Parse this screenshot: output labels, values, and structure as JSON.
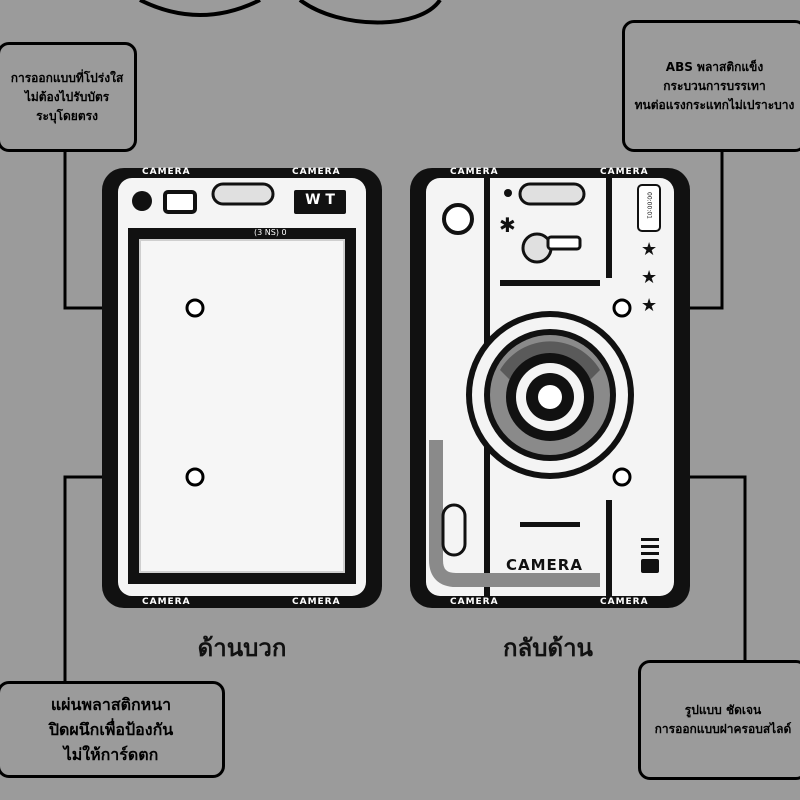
{
  "brand_word": "CAMERA",
  "front": {
    "title": "ด้านบวก",
    "badge": "W T",
    "window_marks": "(3 NS) 0"
  },
  "back": {
    "title": "กลับด้าน",
    "counter": "00:00:01",
    "body_label": "CAMERA"
  },
  "callouts": {
    "top_left": [
      "การออกแบบที่โปร่งใส",
      "ไม่ต้องไปรับบัตร",
      "ระบุโดยตรง"
    ],
    "top_right": [
      "ABS พลาสติกแข็ง",
      "กระบวนการบรรเทา",
      "ทนต่อแรงกระแทกไม่เปราะบาง"
    ],
    "bottom_left": [
      "แผ่นพลาสติกหนา",
      "ปิดผนึกเพื่อป้องกัน",
      "ไม่ให้การ์ดตก"
    ],
    "bottom_right": [
      "รูปแบบ ชัดเจน",
      "การออกแบบฝาครอบสไลด์"
    ]
  },
  "colors": {
    "background": "#9b9b9b",
    "card": "#f4f4f4",
    "frame": "#111111",
    "lens_grey": "#8a8a8a"
  }
}
